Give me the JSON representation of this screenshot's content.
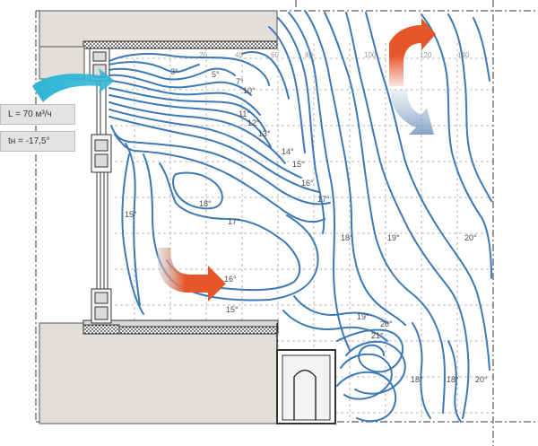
{
  "params": {
    "airflow": "L = 70 м³/ч",
    "outdoor_temp": "tн = -17,5°"
  },
  "ticks": [
    "20",
    "40",
    "60",
    "80",
    "100",
    "120",
    "140"
  ],
  "isotherm_labels": [
    "3°",
    "5°",
    "7°",
    "10°",
    "11°",
    "12°",
    "13°",
    "14°",
    "15°",
    "16°",
    "17°",
    "15°",
    "18°",
    "17°",
    "18°",
    "19°",
    "20°",
    "16°",
    "15°",
    "19°",
    "20°",
    "21°",
    "18°",
    "18°",
    "20°"
  ],
  "colors": {
    "contour": "#3d79b4",
    "supply_arrow": "#33b8d8",
    "warm_arrow": "#e5562a",
    "grid": "#9a9a9a"
  }
}
